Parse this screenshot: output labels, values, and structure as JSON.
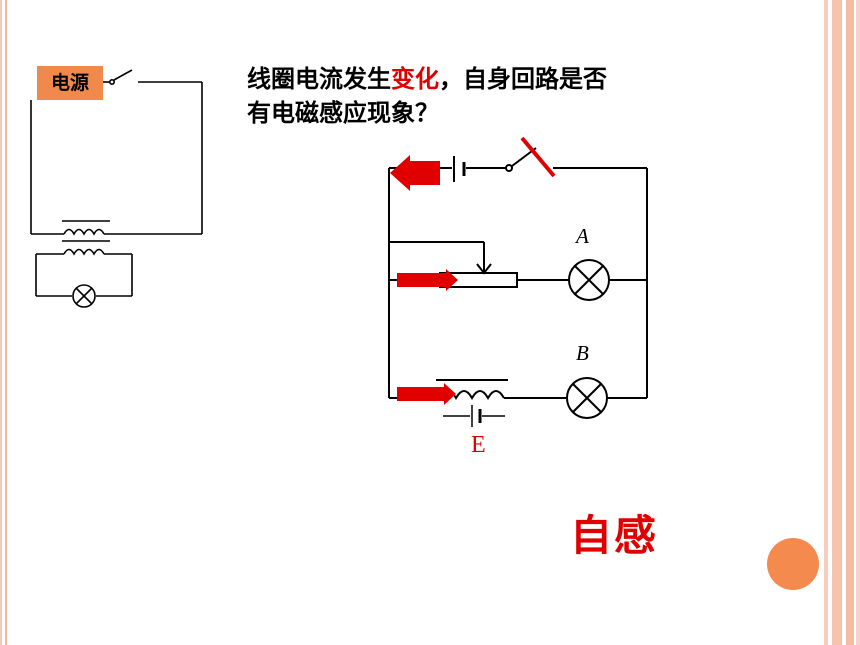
{
  "slide": {
    "power_label": "电源",
    "question_line1_prefix": "线圈电流发生",
    "question_highlight": "变化",
    "question_line1_suffix": "，自身回路是否",
    "question_line2": "有电磁感应现象？",
    "label_a": "A",
    "label_b": "B",
    "label_e": "E",
    "title": "自感"
  },
  "colors": {
    "accent_red": "#e00000",
    "orange": "#f0894c",
    "border_pink": "#f7c3ae"
  }
}
